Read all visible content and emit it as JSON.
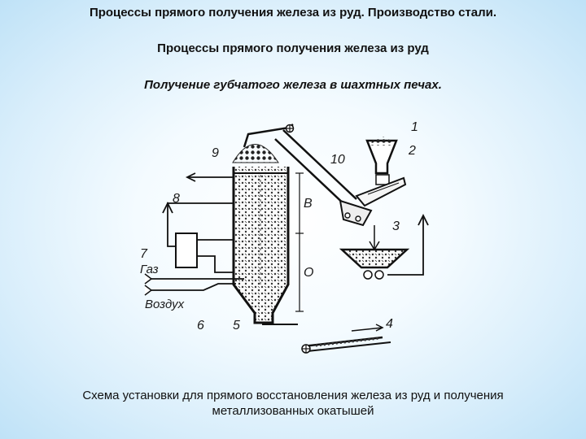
{
  "title": "Процессы прямого получения железа из руд. Производство стали.",
  "subtitle": "Процессы прямого получения железа из руд",
  "heading": "Получение губчатого железа в шахтных печах.",
  "diagram": {
    "numbers": [
      "1",
      "2",
      "3",
      "4",
      "5",
      "6",
      "7",
      "8",
      "9",
      "10"
    ],
    "gas_label": "Газ",
    "air_label": "Воздух",
    "zone_upper": "В",
    "zone_lower": "О"
  },
  "caption": "Схема установки для прямого восстановления железа из руд и получения металлизованных окатышей"
}
